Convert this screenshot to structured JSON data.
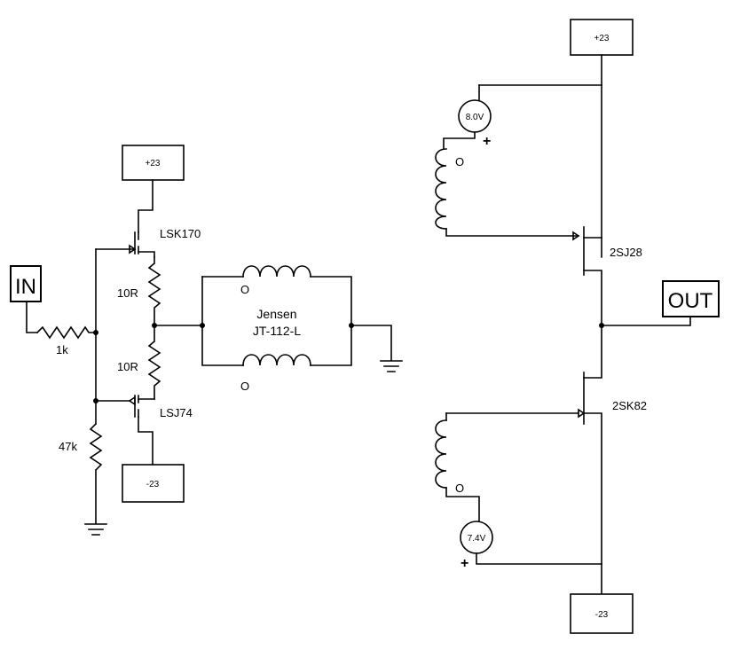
{
  "input_label": "IN",
  "output_label": "OUT",
  "rails": {
    "pos_left": "+23",
    "neg_left": "-23",
    "pos_right": "+23",
    "neg_right": "-23"
  },
  "components": {
    "r_in": "1k",
    "r_bias": "47k",
    "r_top": "10R",
    "r_bot": "10R",
    "q_top": "LSK170",
    "q_bot": "LSJ74",
    "transformer_line1": "Jensen",
    "transformer_line2": "JT-112-L",
    "q_out_top": "2SJ28",
    "q_out_bot": "2SK82"
  },
  "meters": {
    "top": "8.0V",
    "bottom": "7.4V",
    "polarity": "+"
  },
  "winding_dot": "O",
  "icons": [
    "ground-icon",
    "resistor-icon",
    "inductor-icon",
    "jfet-icon",
    "voltmeter-icon"
  ]
}
